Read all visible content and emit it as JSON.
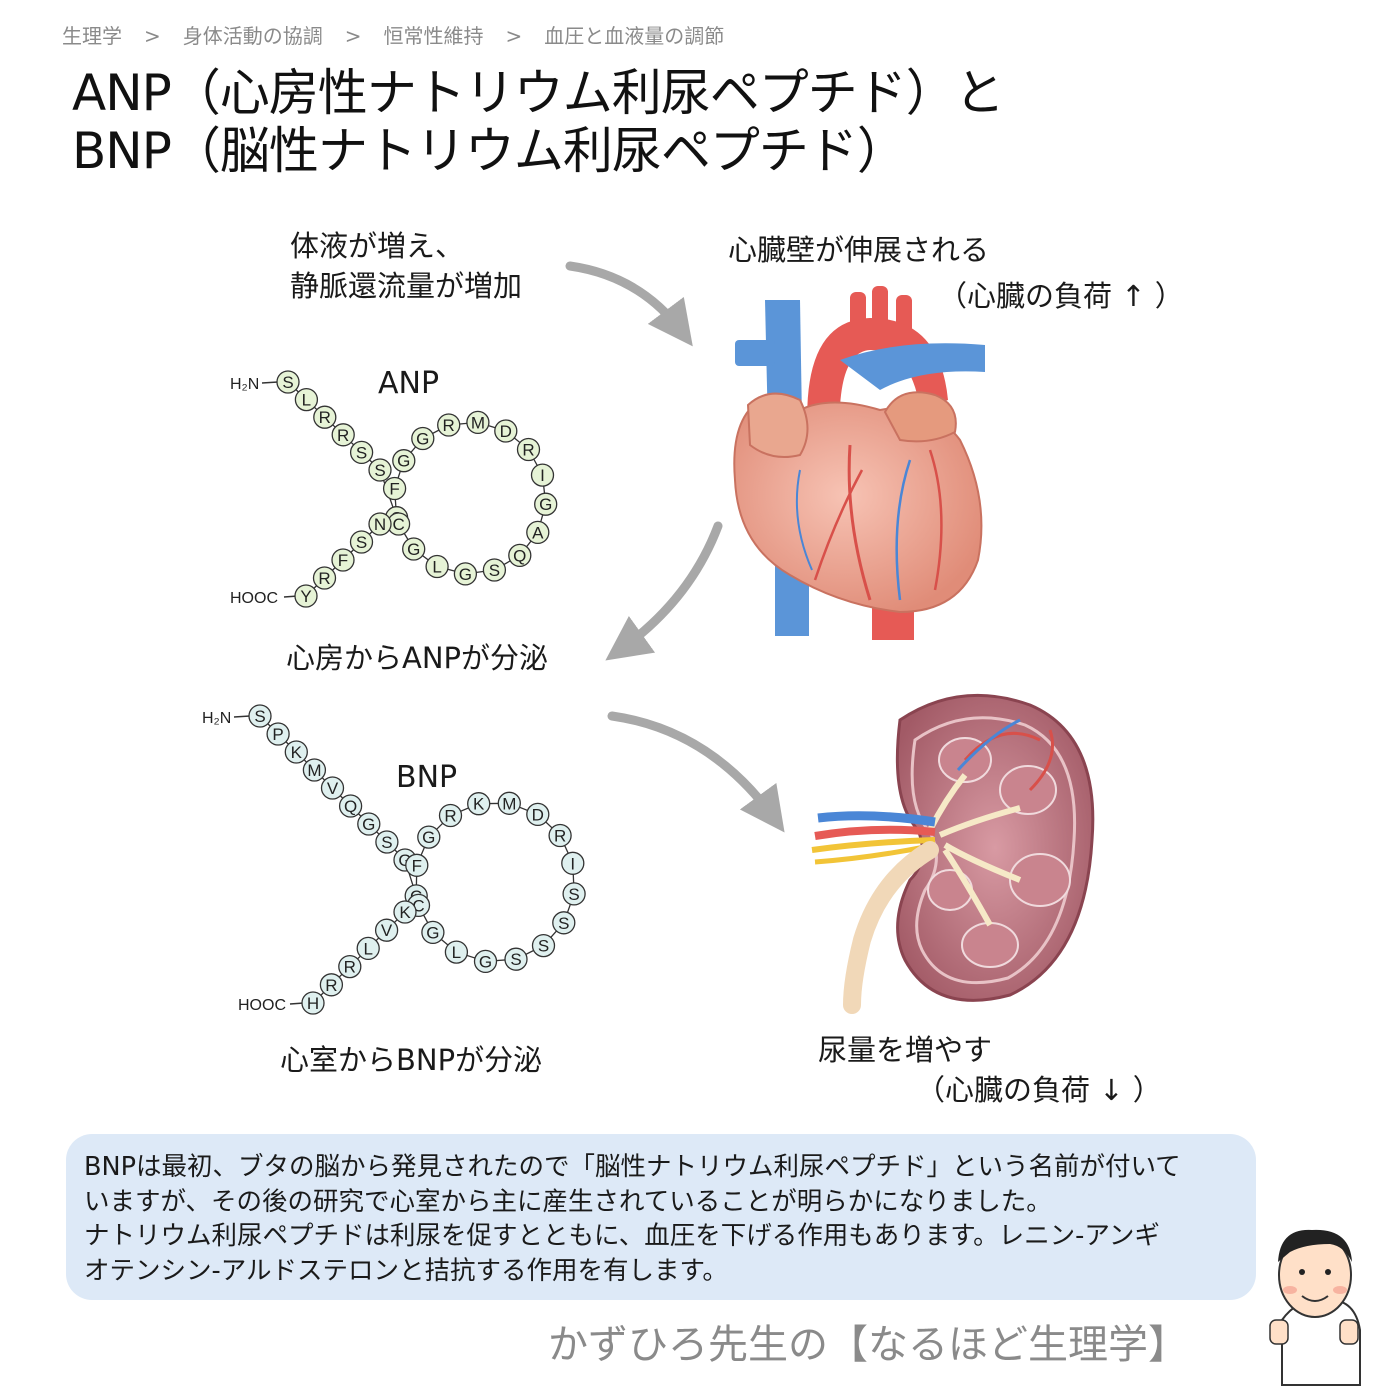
{
  "breadcrumb": [
    "生理学",
    "身体活動の協調",
    "恒常性維持",
    "血圧と血液量の調節"
  ],
  "breadcrumb_separator": ">",
  "title": {
    "line1": "ANP（心房性ナトリウム利尿ペプチド）と",
    "line2": "BNP（脳性ナトリウム利尿ペプチド）"
  },
  "steps": {
    "fluid_line1": "体液が増え、",
    "fluid_line2": "静脈還流量が増加",
    "stretch_line1": "心臓壁が伸展される",
    "stretch_line2": "（心臓の負荷 ↑ ）",
    "anp_secretion": "心房からANPが分泌",
    "bnp_secretion": "心室からBNPが分泌",
    "urine_line1": "尿量を増やす",
    "urine_line2": "（心臓の負荷 ↓ ）"
  },
  "anp": {
    "name": "ANP",
    "n_terminal": "H₂N",
    "c_terminal": "HOOC",
    "tail_n": [
      "S",
      "L",
      "R",
      "R",
      "S",
      "S"
    ],
    "ring": [
      "C",
      "F",
      "G",
      "G",
      "R",
      "M",
      "D",
      "R",
      "I",
      "G",
      "A",
      "Q",
      "S",
      "G",
      "L",
      "G",
      "C"
    ],
    "tail_c": [
      "N",
      "S",
      "F",
      "R",
      "Y"
    ]
  },
  "bnp": {
    "name": "BNP",
    "n_terminal": "H₂N",
    "c_terminal": "HOOC",
    "tail_n": [
      "S",
      "P",
      "K",
      "M",
      "V",
      "Q",
      "G",
      "S",
      "G"
    ],
    "ring": [
      "C",
      "F",
      "G",
      "R",
      "K",
      "M",
      "D",
      "R",
      "I",
      "S",
      "S",
      "S",
      "S",
      "G",
      "L",
      "G",
      "C"
    ],
    "tail_c": [
      "K",
      "V",
      "L",
      "R",
      "R",
      "H"
    ]
  },
  "note": {
    "line1": "BNPは最初、ブタの脳から発見されたので「脳性ナトリウム利尿ペプチド」という名前が付いて",
    "line2": "いますが、その後の研究で心室から主に産生されていることが明らかになりました。",
    "line3": "ナトリウム利尿ペプチドは利尿を促すとともに、血圧を下げる作用もあります。レニン-アンギ",
    "line4": "オテンシン-アルドステロンと拮抗する作用を有します。"
  },
  "footer": "かずひろ先生の【なるほど生理学】",
  "colors": {
    "anp_bead": "#e6f3d6",
    "bnp_bead": "#dff0ef",
    "arrow": "#a8a8a8",
    "note_bg": "#dde9f7",
    "artery": "#e65a55",
    "vein": "#5b95d8",
    "heart": "#e9a08e",
    "kidney": "#b97882"
  }
}
